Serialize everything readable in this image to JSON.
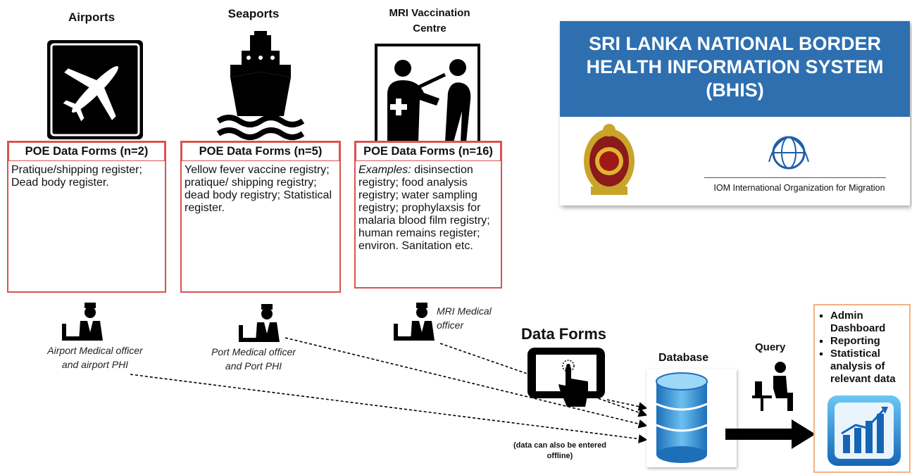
{
  "sites": [
    {
      "title": "Airports",
      "icon": "airplane-icon"
    },
    {
      "title": "Seaports",
      "icon": "ship-icon"
    },
    {
      "title": "MRI Vaccination\nCentre",
      "icon": "vaccination-icon"
    }
  ],
  "forms": [
    {
      "title": "POE Data Forms (n=2)",
      "text": "Pratique/shipping register; Dead body register."
    },
    {
      "title": "POE Data Forms (n=5)",
      "text": "Yellow fever vaccine registry; pratique/ shipping registry; dead body registry; Statistical register."
    },
    {
      "title": "POE Data Forms (n=16)",
      "prefix": "Examples:",
      "text": " disinsection registry; food analysis registry; water sampling registry; prophylaxsis for malaria blood film registry; human remains register; environ. Sanitation etc."
    }
  ],
  "officers": [
    {
      "label_line1": "Airport Medical officer",
      "label_line2": "and airport PHI",
      "icon": "officer-icon"
    },
    {
      "label_line1": "Port Medical officer",
      "label_line2": "and Port PHI",
      "icon": "officer-icon"
    },
    {
      "label_line1": "MRI Medical",
      "label_line2": "officer",
      "icon": "officer-icon"
    }
  ],
  "bhis": {
    "title_line1": "SRI LANKA NATIONAL BORDER",
    "title_line2": "HEALTH INFORMATION SYSTEM",
    "title_line3": "(BHIS)",
    "iom_label": "IOM International Organization for Migration",
    "banner_color": "#2e6fb0"
  },
  "flow": {
    "data_forms_label": "Data Forms",
    "database_label": "Database",
    "query_label": "Query",
    "offline_note_line1": "(data can also be entered",
    "offline_note_line2": "offline)"
  },
  "dashboard": {
    "items": [
      "Admin Dashboard",
      "Reporting",
      "Statistical analysis of relevant data"
    ]
  }
}
